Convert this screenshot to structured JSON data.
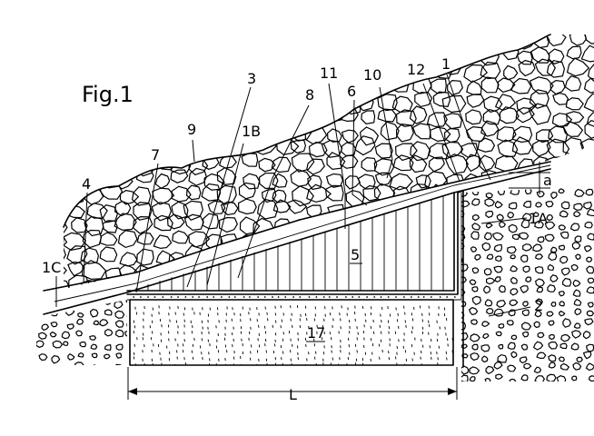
{
  "figure": {
    "title": "Fig.1",
    "labels": {
      "n1": "1",
      "n1A": "1A",
      "n1B": "1B",
      "n1C": "1C",
      "n2": "2",
      "n3": "3",
      "n4": "4",
      "n5": "5",
      "n6": "6",
      "n7": "7",
      "n8": "8",
      "n9": "9",
      "n10": "10",
      "n11": "11",
      "n12": "12",
      "n17": "17",
      "a": "a",
      "L": "L"
    }
  }
}
